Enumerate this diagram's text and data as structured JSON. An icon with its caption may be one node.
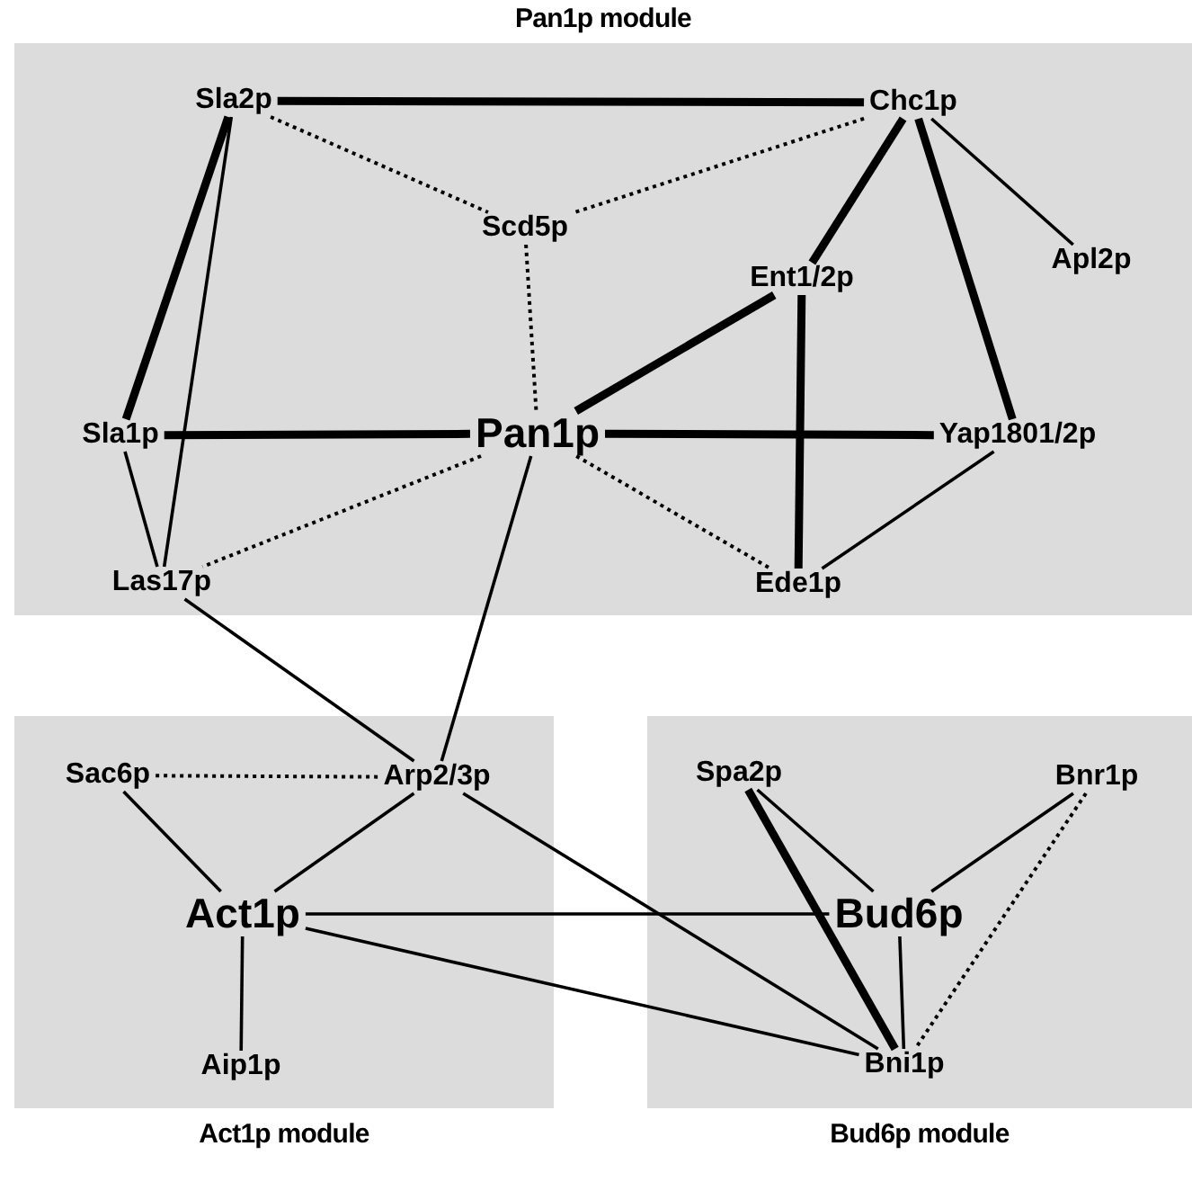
{
  "diagram": {
    "nodes": [
      {
        "text": [
          "Pan1p module"
        ]
      },
      {
        "text": [
          "Sla2p"
        ],
        "in": 0
      },
      {
        "text": [
          "Chc1p"
        ],
        "in": 0
      },
      {
        "text": [
          "Scd5p"
        ],
        "in": 0
      },
      {
        "text": [
          "Apl2p"
        ],
        "in": 0
      },
      {
        "text": [
          "Ent1/2p"
        ],
        "in": 0
      },
      {
        "text": [
          "Sla1p"
        ],
        "in": 0
      },
      {
        "text": [
          "Pan1p"
        ],
        "in": 0
      },
      {
        "text": [
          "Yap1801/2p"
        ],
        "in": 0
      },
      {
        "text": [
          "Las17p"
        ],
        "in": 0
      },
      {
        "text": [
          "Ede1p"
        ],
        "in": 0
      },
      {
        "text": [
          "Act1p module"
        ]
      },
      {
        "text": [
          "Sac6p"
        ],
        "in": 11
      },
      {
        "text": [
          "Arp2/3p"
        ],
        "in": 11
      },
      {
        "text": [
          "Act1p"
        ],
        "in": 11
      },
      {
        "text": [
          "Aip1p"
        ],
        "in": 11
      },
      {
        "text": [
          "Bud6p module"
        ]
      },
      {
        "text": [
          "Spa2p"
        ],
        "in": 16
      },
      {
        "text": [
          "Bnr1p"
        ],
        "in": 16
      },
      {
        "text": [
          "Bud6p"
        ],
        "in": 16
      },
      {
        "text": [
          "Bni1p"
        ],
        "in": 16
      }
    ],
    "edges": [
      {
        "from": 1,
        "to": 2,
        "arrow": "none",
        "style": "thick"
      },
      {
        "from": 1,
        "to": 3,
        "arrow": "none",
        "style": "dashed"
      },
      {
        "from": 2,
        "to": 3,
        "arrow": "none",
        "style": "dashed"
      },
      {
        "from": 1,
        "to": 6,
        "arrow": "none",
        "style": "thick"
      },
      {
        "from": 1,
        "to": 9,
        "arrow": "none"
      },
      {
        "from": 2,
        "to": 5,
        "arrow": "none",
        "style": "thick"
      },
      {
        "from": 2,
        "to": 8,
        "arrow": "none",
        "style": "thick"
      },
      {
        "from": 2,
        "to": 4,
        "arrow": "none"
      },
      {
        "from": 3,
        "to": 7,
        "arrow": "none",
        "style": "dashed"
      },
      {
        "from": 6,
        "to": 7,
        "arrow": "none",
        "style": "thick"
      },
      {
        "from": 7,
        "to": 5,
        "arrow": "none",
        "style": "thick"
      },
      {
        "from": 7,
        "to": 8,
        "arrow": "none",
        "style": "thick"
      },
      {
        "from": 5,
        "to": 10,
        "arrow": "none",
        "style": "thick"
      },
      {
        "from": 6,
        "to": 9,
        "arrow": "none"
      },
      {
        "from": 7,
        "to": 9,
        "arrow": "none",
        "style": "dashed"
      },
      {
        "from": 7,
        "to": 10,
        "arrow": "none",
        "style": "dashed"
      },
      {
        "from": 7,
        "to": 13,
        "arrow": "none"
      },
      {
        "from": 8,
        "to": 10,
        "arrow": "none"
      },
      {
        "from": 9,
        "to": 13,
        "arrow": "none"
      },
      {
        "from": 12,
        "to": 13,
        "arrow": "none",
        "style": "dashed"
      },
      {
        "from": 12,
        "to": 14,
        "arrow": "none"
      },
      {
        "from": 13,
        "to": 14,
        "arrow": "none"
      },
      {
        "from": 13,
        "to": 20,
        "arrow": "none"
      },
      {
        "from": 14,
        "to": 15,
        "arrow": "none"
      },
      {
        "from": 14,
        "to": 19,
        "arrow": "none"
      },
      {
        "from": 14,
        "to": 20,
        "arrow": "none"
      },
      {
        "from": 17,
        "to": 19,
        "arrow": "none"
      },
      {
        "from": 17,
        "to": 20,
        "arrow": "none",
        "style": "thick"
      },
      {
        "from": 18,
        "to": 19,
        "arrow": "none"
      },
      {
        "from": 18,
        "to": 20,
        "arrow": "none",
        "style": "dashed"
      },
      {
        "from": 19,
        "to": 20,
        "arrow": "none"
      }
    ]
  }
}
